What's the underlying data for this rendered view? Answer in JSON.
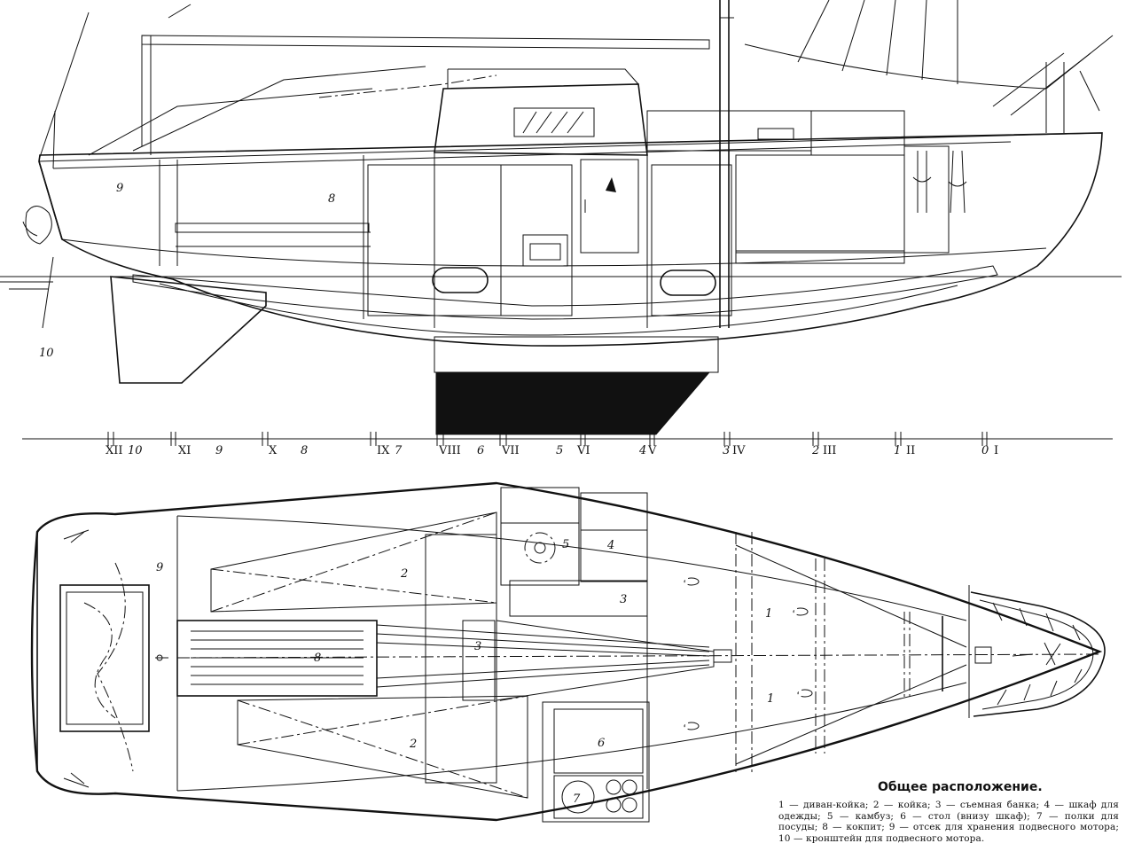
{
  "caption": {
    "title": "Общее расположение.",
    "text": "1 — диван-койка; 2 — койка; 3 — съемная банка; 4 — шкаф для одежды; 5 — камбуз; 6 — стол (внизу шкаф); 7 — полки для посуды; 8 — кокпит; 9 — отсек для хранения подвесного мотора; 10 — кронштейн для подвесного мотора."
  },
  "profile_labels": [
    "8",
    "9",
    "10"
  ],
  "plan_labels": [
    "1",
    "1",
    "2",
    "2",
    "3",
    "3",
    "4",
    "5",
    "6",
    "7",
    "8",
    "9"
  ],
  "station_scale": {
    "roman": [
      "XII",
      "XI",
      "X",
      "IX",
      "VIII",
      "VII",
      "VI",
      "V",
      "IV",
      "III",
      "II",
      "I"
    ],
    "arabic": [
      "10",
      "9",
      "8",
      "7",
      "6",
      "5",
      "4",
      "3",
      "2",
      "1",
      "0"
    ]
  },
  "colors": {
    "ink": "#111111",
    "paper": "#ffffff"
  }
}
